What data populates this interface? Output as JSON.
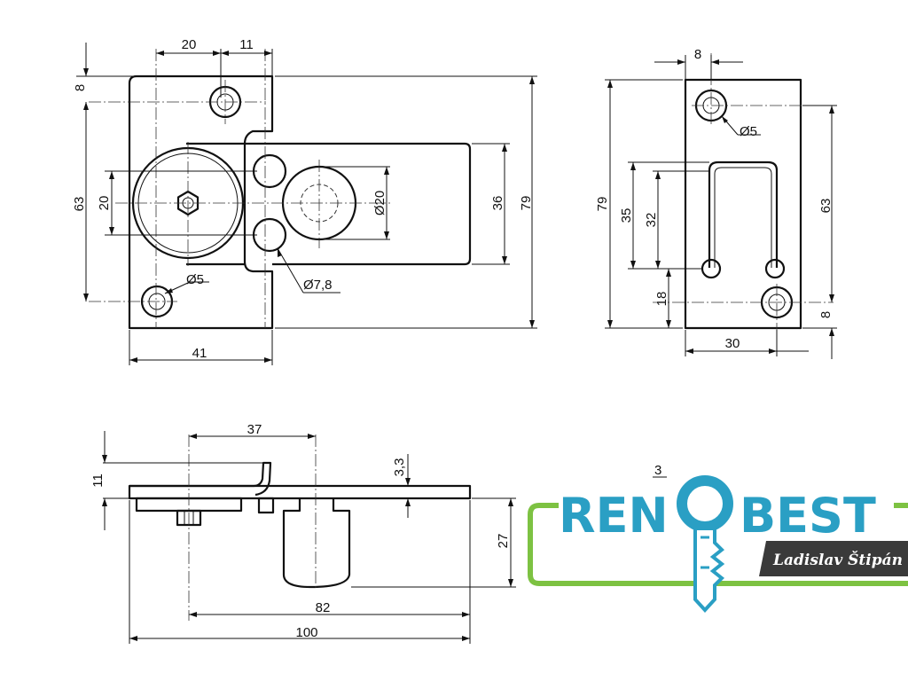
{
  "front_view": {
    "dims": {
      "d20_top": "20",
      "d11_top": "11",
      "d8_left": "8",
      "d63_left": "63",
      "d20_inner": "20",
      "d36": "36",
      "d79": "79",
      "d41": "41",
      "dia5": "Ø5",
      "dia7_8": "Ø7,8",
      "dia20": "Ø20"
    }
  },
  "side_view": {
    "dims": {
      "d8_top": "8",
      "dia5": "Ø5",
      "d79": "79",
      "d35": "35",
      "d32": "32",
      "d63": "63",
      "d18": "18",
      "d8_bottom": "8",
      "d30": "30"
    }
  },
  "bottom_view": {
    "dims": {
      "d37": "37",
      "d11": "11",
      "d3_3": "3,3",
      "d27": "27",
      "d82": "82",
      "d100": "100"
    }
  },
  "logo": {
    "brand_left": "REN",
    "brand_right": "BEST",
    "owner": "Ladislav Štipán",
    "mark": "3",
    "colors": {
      "brand_blue": "#2a9fc4",
      "frame_green": "#7dc242",
      "plate_dark": "#3a3a3a"
    }
  }
}
